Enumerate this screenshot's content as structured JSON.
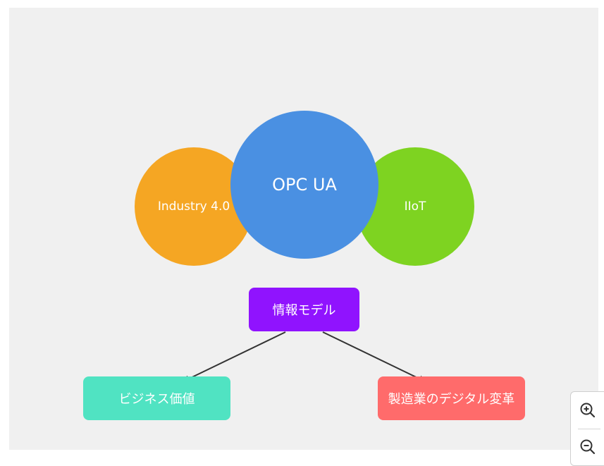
{
  "diagram": {
    "circles": [
      {
        "id": "industry",
        "label": "Industry 4.0",
        "color": "#f5a623"
      },
      {
        "id": "opc",
        "label": "OPC UA",
        "color": "#4a90e2"
      },
      {
        "id": "iiot",
        "label": "IIoT",
        "color": "#7ed321"
      }
    ],
    "nodes": {
      "info_model": {
        "label": "情報モデル",
        "color": "#9013fe"
      },
      "business_value": {
        "label": "ビジネス価値",
        "color": "#50e3c2"
      },
      "digital_transformation": {
        "label": "製造業のデジタル変革",
        "color": "#ff6b6b"
      }
    },
    "edges": [
      {
        "from": "info_model",
        "to": "business_value"
      },
      {
        "from": "info_model",
        "to": "digital_transformation"
      }
    ]
  },
  "controls": {
    "zoom_in_icon": "zoom-in-icon",
    "zoom_out_icon": "zoom-out-icon"
  }
}
